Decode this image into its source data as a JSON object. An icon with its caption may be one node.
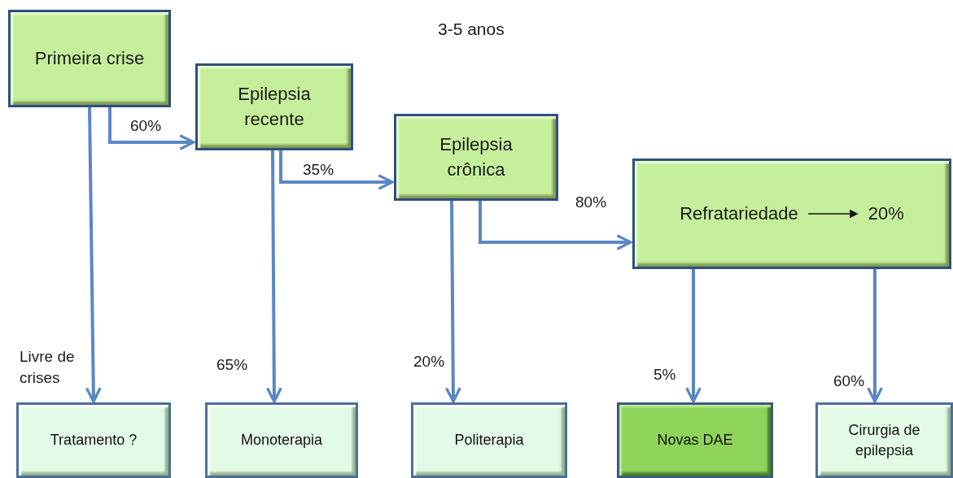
{
  "diagram": {
    "nodes": [
      {
        "text": [
          "Primeira crise"
        ]
      },
      {
        "text": [
          "Epilepsia recente"
        ]
      },
      {
        "text": [
          "Epilepsia crônica"
        ]
      },
      {
        "text": [
          "Refratariedade",
          "20%"
        ]
      },
      {
        "text": [
          "Tratamento ?"
        ]
      },
      {
        "text": [
          "Monoterapia"
        ]
      },
      {
        "text": [
          "Politerapia"
        ]
      },
      {
        "text": [
          "Novas DAE"
        ]
      },
      {
        "text": [
          "Cirurgia de epilepsia"
        ]
      }
    ],
    "edges": [
      {
        "from": 0,
        "to": 1,
        "arrow": "to",
        "label": "60%"
      },
      {
        "from": 0,
        "to": 4,
        "arrow": "to",
        "label": "Livre de crises"
      },
      {
        "from": 1,
        "to": 2,
        "arrow": "to",
        "label": "35%"
      },
      {
        "from": 1,
        "to": 5,
        "arrow": "to",
        "label": "65%"
      },
      {
        "from": 2,
        "to": 3,
        "arrow": "to",
        "label": "80%"
      },
      {
        "from": 2,
        "to": 6,
        "arrow": "to",
        "label": "20%"
      },
      {
        "from": 3,
        "to": 7,
        "arrow": "to",
        "label": "5%"
      },
      {
        "from": 3,
        "to": 8,
        "arrow": "to",
        "label": "60%"
      }
    ],
    "labels": [
      "3-5 anos"
    ]
  }
}
